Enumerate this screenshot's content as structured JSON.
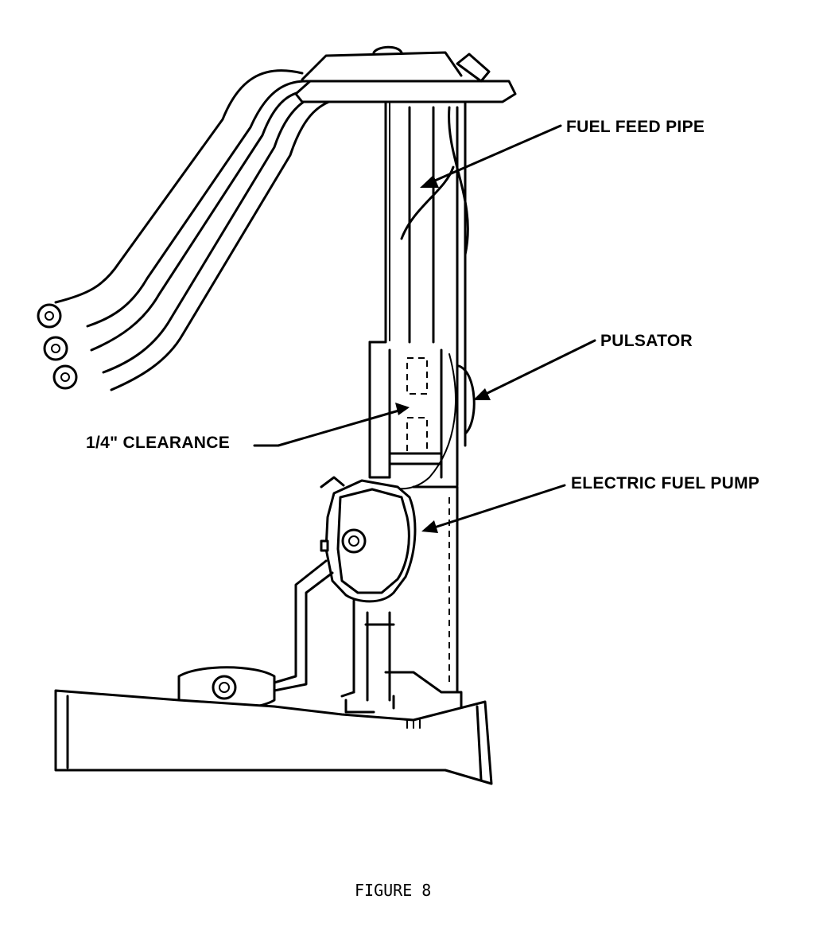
{
  "labels": {
    "fuel_feed_pipe": "FUEL FEED PIPE",
    "pulsator": "PULSATOR",
    "clearance": "CLEARANCE",
    "clearance_fraction": "1/4\"",
    "electric_fuel_pump": "ELECTRIC FUEL PUMP"
  },
  "caption": "FIGURE 8",
  "colors": {
    "line": "#000000",
    "background": "#ffffff"
  }
}
